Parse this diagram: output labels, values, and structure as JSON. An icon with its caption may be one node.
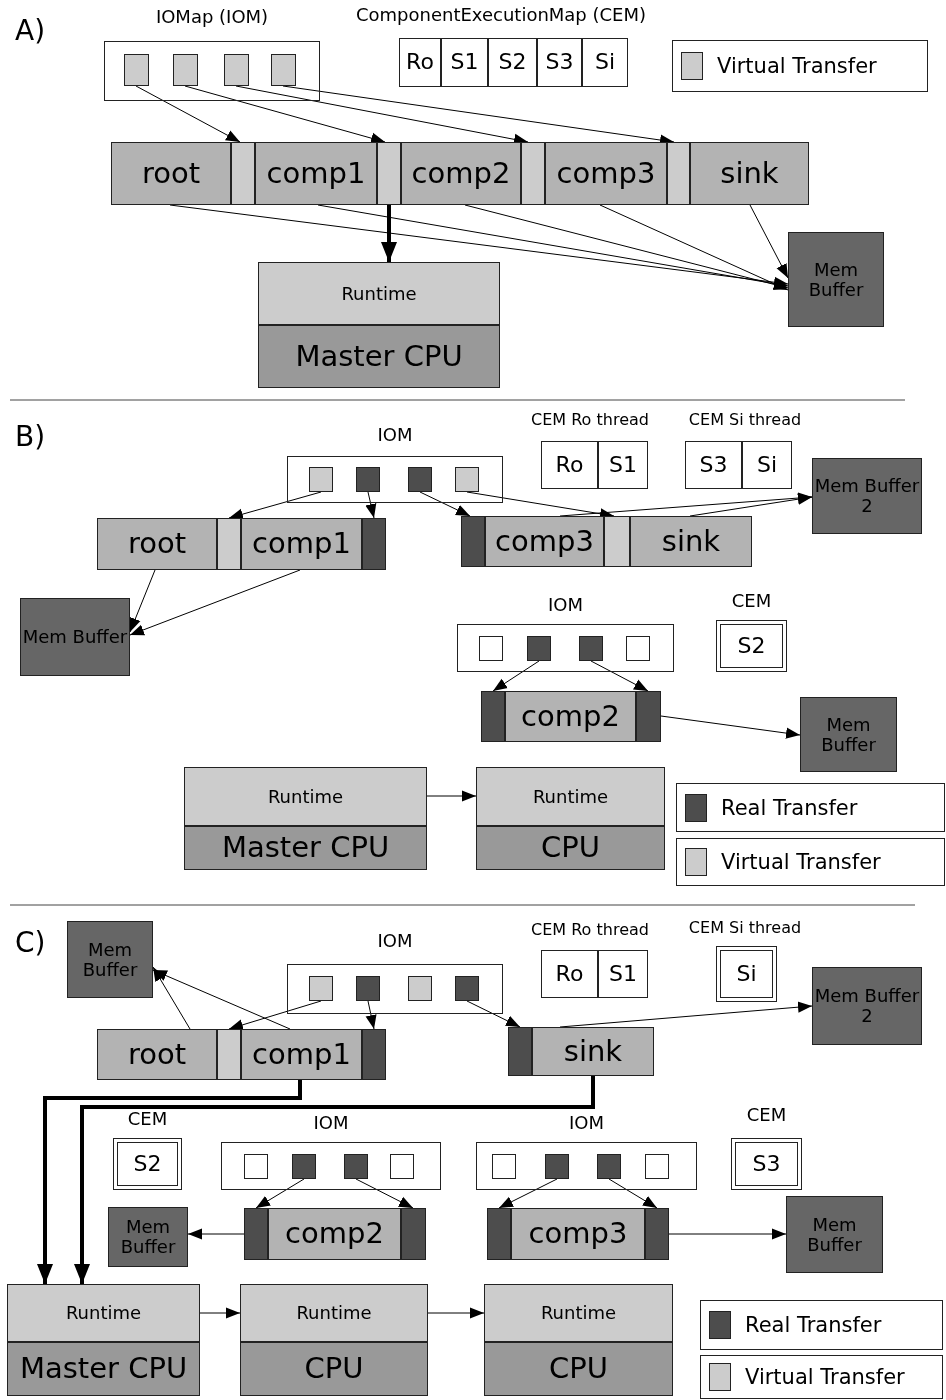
{
  "diagram": {
    "nodes": [
      {
        "text": [
          "IOMap (IOM)"
        ]
      },
      {
        "text": [],
        "shape": "box",
        "in": 0
      },
      {
        "text": [],
        "shape": "box",
        "in": 0
      },
      {
        "text": [],
        "shape": "box",
        "in": 0
      },
      {
        "text": [],
        "shape": "box",
        "in": 0
      },
      {
        "text": [
          "ComponentExecutionMap (CEM)"
        ]
      },
      {
        "text": [
          "Ro"
        ],
        "in": 5
      },
      {
        "text": [
          "S1"
        ],
        "in": 5
      },
      {
        "text": [
          "S2"
        ],
        "in": 5
      },
      {
        "text": [
          "S3"
        ],
        "in": 5
      },
      {
        "text": [
          "Si"
        ],
        "in": 5
      },
      {
        "text": [
          "root"
        ]
      },
      {
        "text": [],
        "shape": "box"
      },
      {
        "text": [
          "comp1"
        ]
      },
      {
        "text": [],
        "shape": "box"
      },
      {
        "text": [
          "comp2"
        ]
      },
      {
        "text": [],
        "shape": "box"
      },
      {
        "text": [
          "comp3"
        ]
      },
      {
        "text": [],
        "shape": "box"
      },
      {
        "text": [
          "sink"
        ]
      },
      {
        "text": [
          "Runtime"
        ]
      },
      {
        "text": [
          "Master CPU"
        ]
      },
      {
        "text": [
          "Mem Buffer"
        ]
      },
      {
        "text": [
          "IOM"
        ]
      },
      {
        "text": [],
        "shape": "box",
        "in": 23
      },
      {
        "text": [],
        "shape": "box",
        "in": 23
      },
      {
        "text": [],
        "shape": "box",
        "in": 23
      },
      {
        "text": [],
        "shape": "box",
        "in": 23
      },
      {
        "text": [
          "CEM Ro thread"
        ]
      },
      {
        "text": [
          "Ro"
        ],
        "in": 28
      },
      {
        "text": [
          "S1"
        ],
        "in": 28
      },
      {
        "text": [
          "CEM Si thread"
        ]
      },
      {
        "text": [
          "S3"
        ],
        "in": 31
      },
      {
        "text": [
          "Si"
        ],
        "in": 31
      },
      {
        "text": [
          "Mem Buffer 2"
        ]
      },
      {
        "text": [
          "root"
        ]
      },
      {
        "text": [],
        "shape": "box"
      },
      {
        "text": [
          "comp1"
        ]
      },
      {
        "text": [],
        "shape": "box"
      },
      {
        "text": [],
        "shape": "box"
      },
      {
        "text": [
          "comp3"
        ]
      },
      {
        "text": [],
        "shape": "box"
      },
      {
        "text": [
          "sink"
        ]
      },
      {
        "text": [
          "Mem Buffer"
        ]
      },
      {
        "text": [
          "IOM"
        ]
      },
      {
        "text": [],
        "shape": "box",
        "in": 44
      },
      {
        "text": [],
        "shape": "box",
        "in": 44
      },
      {
        "text": [],
        "shape": "box",
        "in": 44
      },
      {
        "text": [],
        "shape": "box",
        "in": 44
      },
      {
        "text": [
          "CEM"
        ]
      },
      {
        "text": [
          "S2"
        ],
        "in": 49
      },
      {
        "text": [],
        "shape": "box"
      },
      {
        "text": [
          "comp2"
        ]
      },
      {
        "text": [],
        "shape": "box"
      },
      {
        "text": [
          "Mem Buffer"
        ]
      },
      {
        "text": [
          "Runtime"
        ]
      },
      {
        "text": [
          "Master CPU"
        ]
      },
      {
        "text": [
          "Runtime"
        ]
      },
      {
        "text": [
          "CPU"
        ]
      },
      {
        "text": [
          "Mem Buffer"
        ]
      },
      {
        "text": [
          "IOM"
        ]
      },
      {
        "text": [],
        "shape": "box",
        "in": 60
      },
      {
        "text": [],
        "shape": "box",
        "in": 60
      },
      {
        "text": [],
        "shape": "box",
        "in": 60
      },
      {
        "text": [],
        "shape": "box",
        "in": 60
      },
      {
        "text": [
          "CEM Ro thread"
        ]
      },
      {
        "text": [
          "Ro"
        ],
        "in": 65
      },
      {
        "text": [
          "S1"
        ],
        "in": 65
      },
      {
        "text": [
          "CEM Si thread"
        ]
      },
      {
        "text": [
          "Si"
        ],
        "in": 68
      },
      {
        "text": [
          "Mem Buffer 2"
        ]
      },
      {
        "text": [
          "root"
        ]
      },
      {
        "text": [],
        "shape": "box"
      },
      {
        "text": [
          "comp1"
        ]
      },
      {
        "text": [],
        "shape": "box"
      },
      {
        "text": [],
        "shape": "box"
      },
      {
        "text": [
          "sink"
        ]
      },
      {
        "text": [
          "CEM"
        ]
      },
      {
        "text": [
          "S2"
        ],
        "in": 77
      },
      {
        "text": [
          "IOM"
        ]
      },
      {
        "text": [],
        "shape": "box",
        "in": 79
      },
      {
        "text": [],
        "shape": "box",
        "in": 79
      },
      {
        "text": [],
        "shape": "box",
        "in": 79
      },
      {
        "text": [],
        "shape": "box",
        "in": 79
      },
      {
        "text": [
          "IOM"
        ]
      },
      {
        "text": [],
        "shape": "box",
        "in": 84
      },
      {
        "text": [],
        "shape": "box",
        "in": 84
      },
      {
        "text": [],
        "shape": "box",
        "in": 84
      },
      {
        "text": [],
        "shape": "box",
        "in": 84
      },
      {
        "text": [
          "CEM"
        ]
      },
      {
        "text": [
          "S3"
        ],
        "in": 89
      },
      {
        "text": [
          "Mem Buffer"
        ]
      },
      {
        "text": [],
        "shape": "box"
      },
      {
        "text": [
          "comp2"
        ]
      },
      {
        "text": [],
        "shape": "box"
      },
      {
        "text": [],
        "shape": "box"
      },
      {
        "text": [
          "comp3"
        ]
      },
      {
        "text": [],
        "shape": "box"
      },
      {
        "text": [
          "Mem Buffer"
        ]
      },
      {
        "text": [
          "Runtime"
        ]
      },
      {
        "text": [
          "Master CPU"
        ]
      },
      {
        "text": [
          "Runtime"
        ]
      },
      {
        "text": [
          "CPU"
        ]
      },
      {
        "text": [
          "Runtime"
        ]
      },
      {
        "text": [
          "CPU"
        ]
      }
    ],
    "edges": [
      {
        "from": 1,
        "to": 12,
        "arrow": "to"
      },
      {
        "from": 2,
        "to": 14,
        "arrow": "to"
      },
      {
        "from": 3,
        "to": 16,
        "arrow": "to"
      },
      {
        "from": 4,
        "to": 18,
        "arrow": "to"
      },
      {
        "from": 14,
        "to": 20,
        "arrow": "to",
        "style": "thick"
      },
      {
        "from": 11,
        "to": 22,
        "arrow": "to"
      },
      {
        "from": 13,
        "to": 22,
        "arrow": "to"
      },
      {
        "from": 15,
        "to": 22,
        "arrow": "to"
      },
      {
        "from": 17,
        "to": 22,
        "arrow": "to"
      },
      {
        "from": 19,
        "to": 22,
        "arrow": "to"
      },
      {
        "from": 24,
        "to": 36,
        "arrow": "to"
      },
      {
        "from": 25,
        "to": 38,
        "arrow": "to"
      },
      {
        "from": 26,
        "to": 39,
        "arrow": "to"
      },
      {
        "from": 27,
        "to": 41,
        "arrow": "to"
      },
      {
        "from": 40,
        "to": 34,
        "arrow": "to"
      },
      {
        "from": 42,
        "to": 34,
        "arrow": "to"
      },
      {
        "from": 35,
        "to": 43,
        "arrow": "to"
      },
      {
        "from": 37,
        "to": 43,
        "arrow": "to"
      },
      {
        "from": 46,
        "to": 51,
        "arrow": "to"
      },
      {
        "from": 47,
        "to": 53,
        "arrow": "to"
      },
      {
        "from": 53,
        "to": 54,
        "arrow": "to"
      },
      {
        "from": 55,
        "to": 57,
        "arrow": "to"
      },
      {
        "from": 61,
        "to": 72,
        "arrow": "to"
      },
      {
        "from": 62,
        "to": 74,
        "arrow": "to"
      },
      {
        "from": 64,
        "to": 75,
        "arrow": "to"
      },
      {
        "from": 71,
        "to": 59,
        "arrow": "to"
      },
      {
        "from": 73,
        "to": 59,
        "arrow": "to"
      },
      {
        "from": 76,
        "to": 70,
        "arrow": "to"
      },
      {
        "from": 73,
        "to": 99,
        "arrow": "to",
        "style": "thick"
      },
      {
        "from": 76,
        "to": 99,
        "arrow": "to",
        "style": "thick"
      },
      {
        "from": 81,
        "to": 92,
        "arrow": "to"
      },
      {
        "from": 82,
        "to": 94,
        "arrow": "to"
      },
      {
        "from": 92,
        "to": 91,
        "arrow": "to"
      },
      {
        "from": 86,
        "to": 95,
        "arrow": "to"
      },
      {
        "from": 87,
        "to": 97,
        "arrow": "to"
      },
      {
        "from": 97,
        "to": 98,
        "arrow": "to"
      },
      {
        "from": 99,
        "to": 101,
        "arrow": "to"
      },
      {
        "from": 101,
        "to": 103,
        "arrow": "to"
      }
    ],
    "labels": [
      "A)",
      "B)",
      "C)"
    ],
    "legend": [
      {
        "text": "Virtual Transfer",
        "color": "#cccccc"
      },
      {
        "text": "Real Transfer",
        "color": "#4d4d4d"
      },
      {
        "text": "Virtual Transfer",
        "color": "#cccccc"
      },
      {
        "text": "Real Transfer",
        "color": "#4d4d4d"
      },
      {
        "text": "Virtual Transfer",
        "color": "#cccccc"
      }
    ]
  }
}
